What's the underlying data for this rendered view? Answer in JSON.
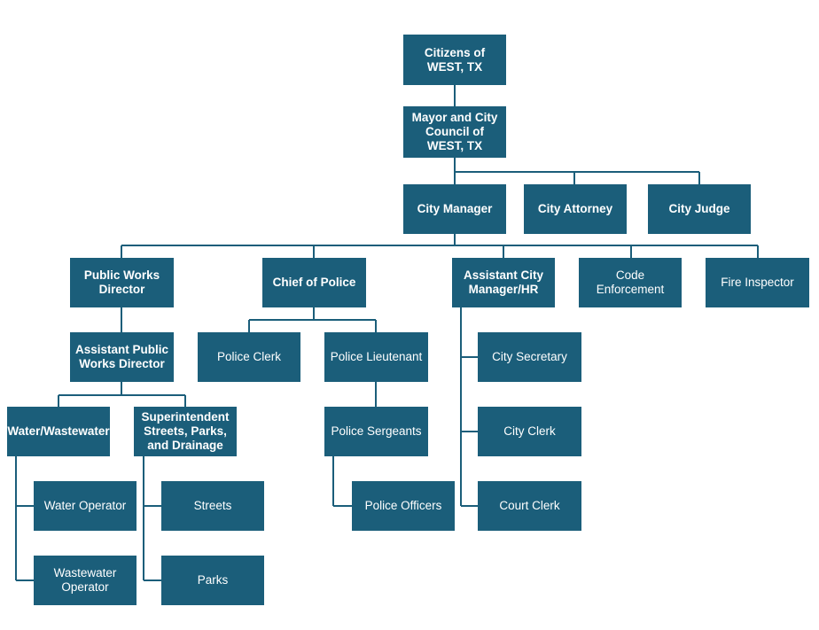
{
  "org_chart": {
    "citizens": "Citizens of WEST, TX",
    "mayor_council": "Mayor and City Council of WEST, TX",
    "city_manager": "City Manager",
    "city_attorney": "City Attorney",
    "city_judge": "City Judge",
    "public_works_director": "Public Works Director",
    "chief_of_police": "Chief of Police",
    "assistant_city_manager": "Assistant City Manager/HR",
    "code_enforcement": "Code Enforcement",
    "fire_inspector": "Fire Inspector",
    "assistant_public_works_director": "Assistant Public Works Director",
    "water_wastewater": "Water/Wastewater",
    "superintendent": "Superintendent Streets, Parks, and Drainage",
    "water_operator": "Water Operator",
    "wastewater_operator": "Wastewater Operator",
    "streets": "Streets",
    "parks": "Parks",
    "police_clerk": "Police Clerk",
    "police_lieutenant": "Police Lieutenant",
    "police_sergeants": "Police Sergeants",
    "police_officers": "Police Officers",
    "city_secretary": "City Secretary",
    "city_clerk": "City Clerk",
    "court_clerk": "Court Clerk"
  },
  "colors": {
    "box_fill": "#1b5e7a",
    "box_text": "#ffffff",
    "connector": "#1b5e7a"
  }
}
